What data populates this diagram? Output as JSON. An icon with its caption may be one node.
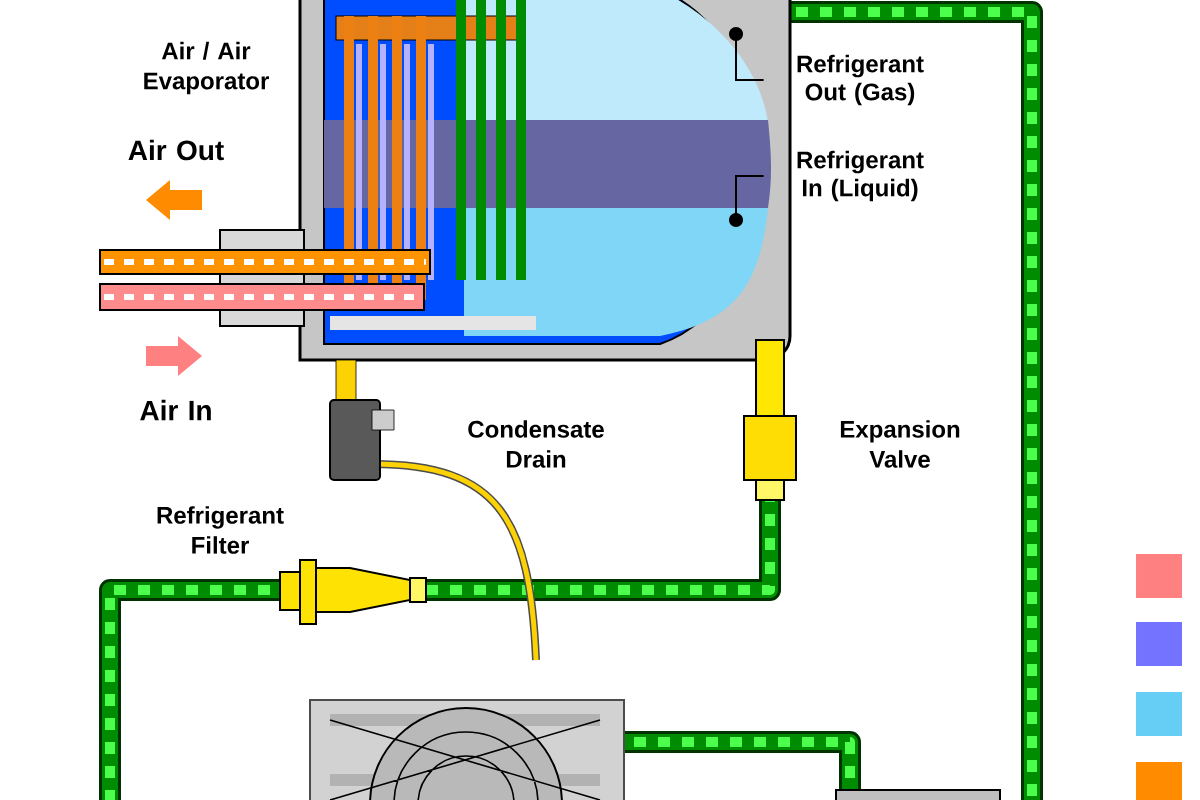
{
  "diagram": {
    "nodes": [
      {
        "text": [
          "Refrigerant Out (Gas)"
        ]
      },
      {
        "text": [
          "Refrigerant In (Liquid)"
        ]
      }
    ],
    "edges": [
      {
        "from": 0,
        "to": null,
        "arrow": "other"
      },
      {
        "from": 1,
        "to": null,
        "arrow": "other"
      }
    ],
    "labels": [
      "Air / Air Evaporator",
      "Air Out",
      "Air In",
      "Condensate Drain",
      "Expansion Valve",
      "Refrigerant Filter"
    ]
  }
}
